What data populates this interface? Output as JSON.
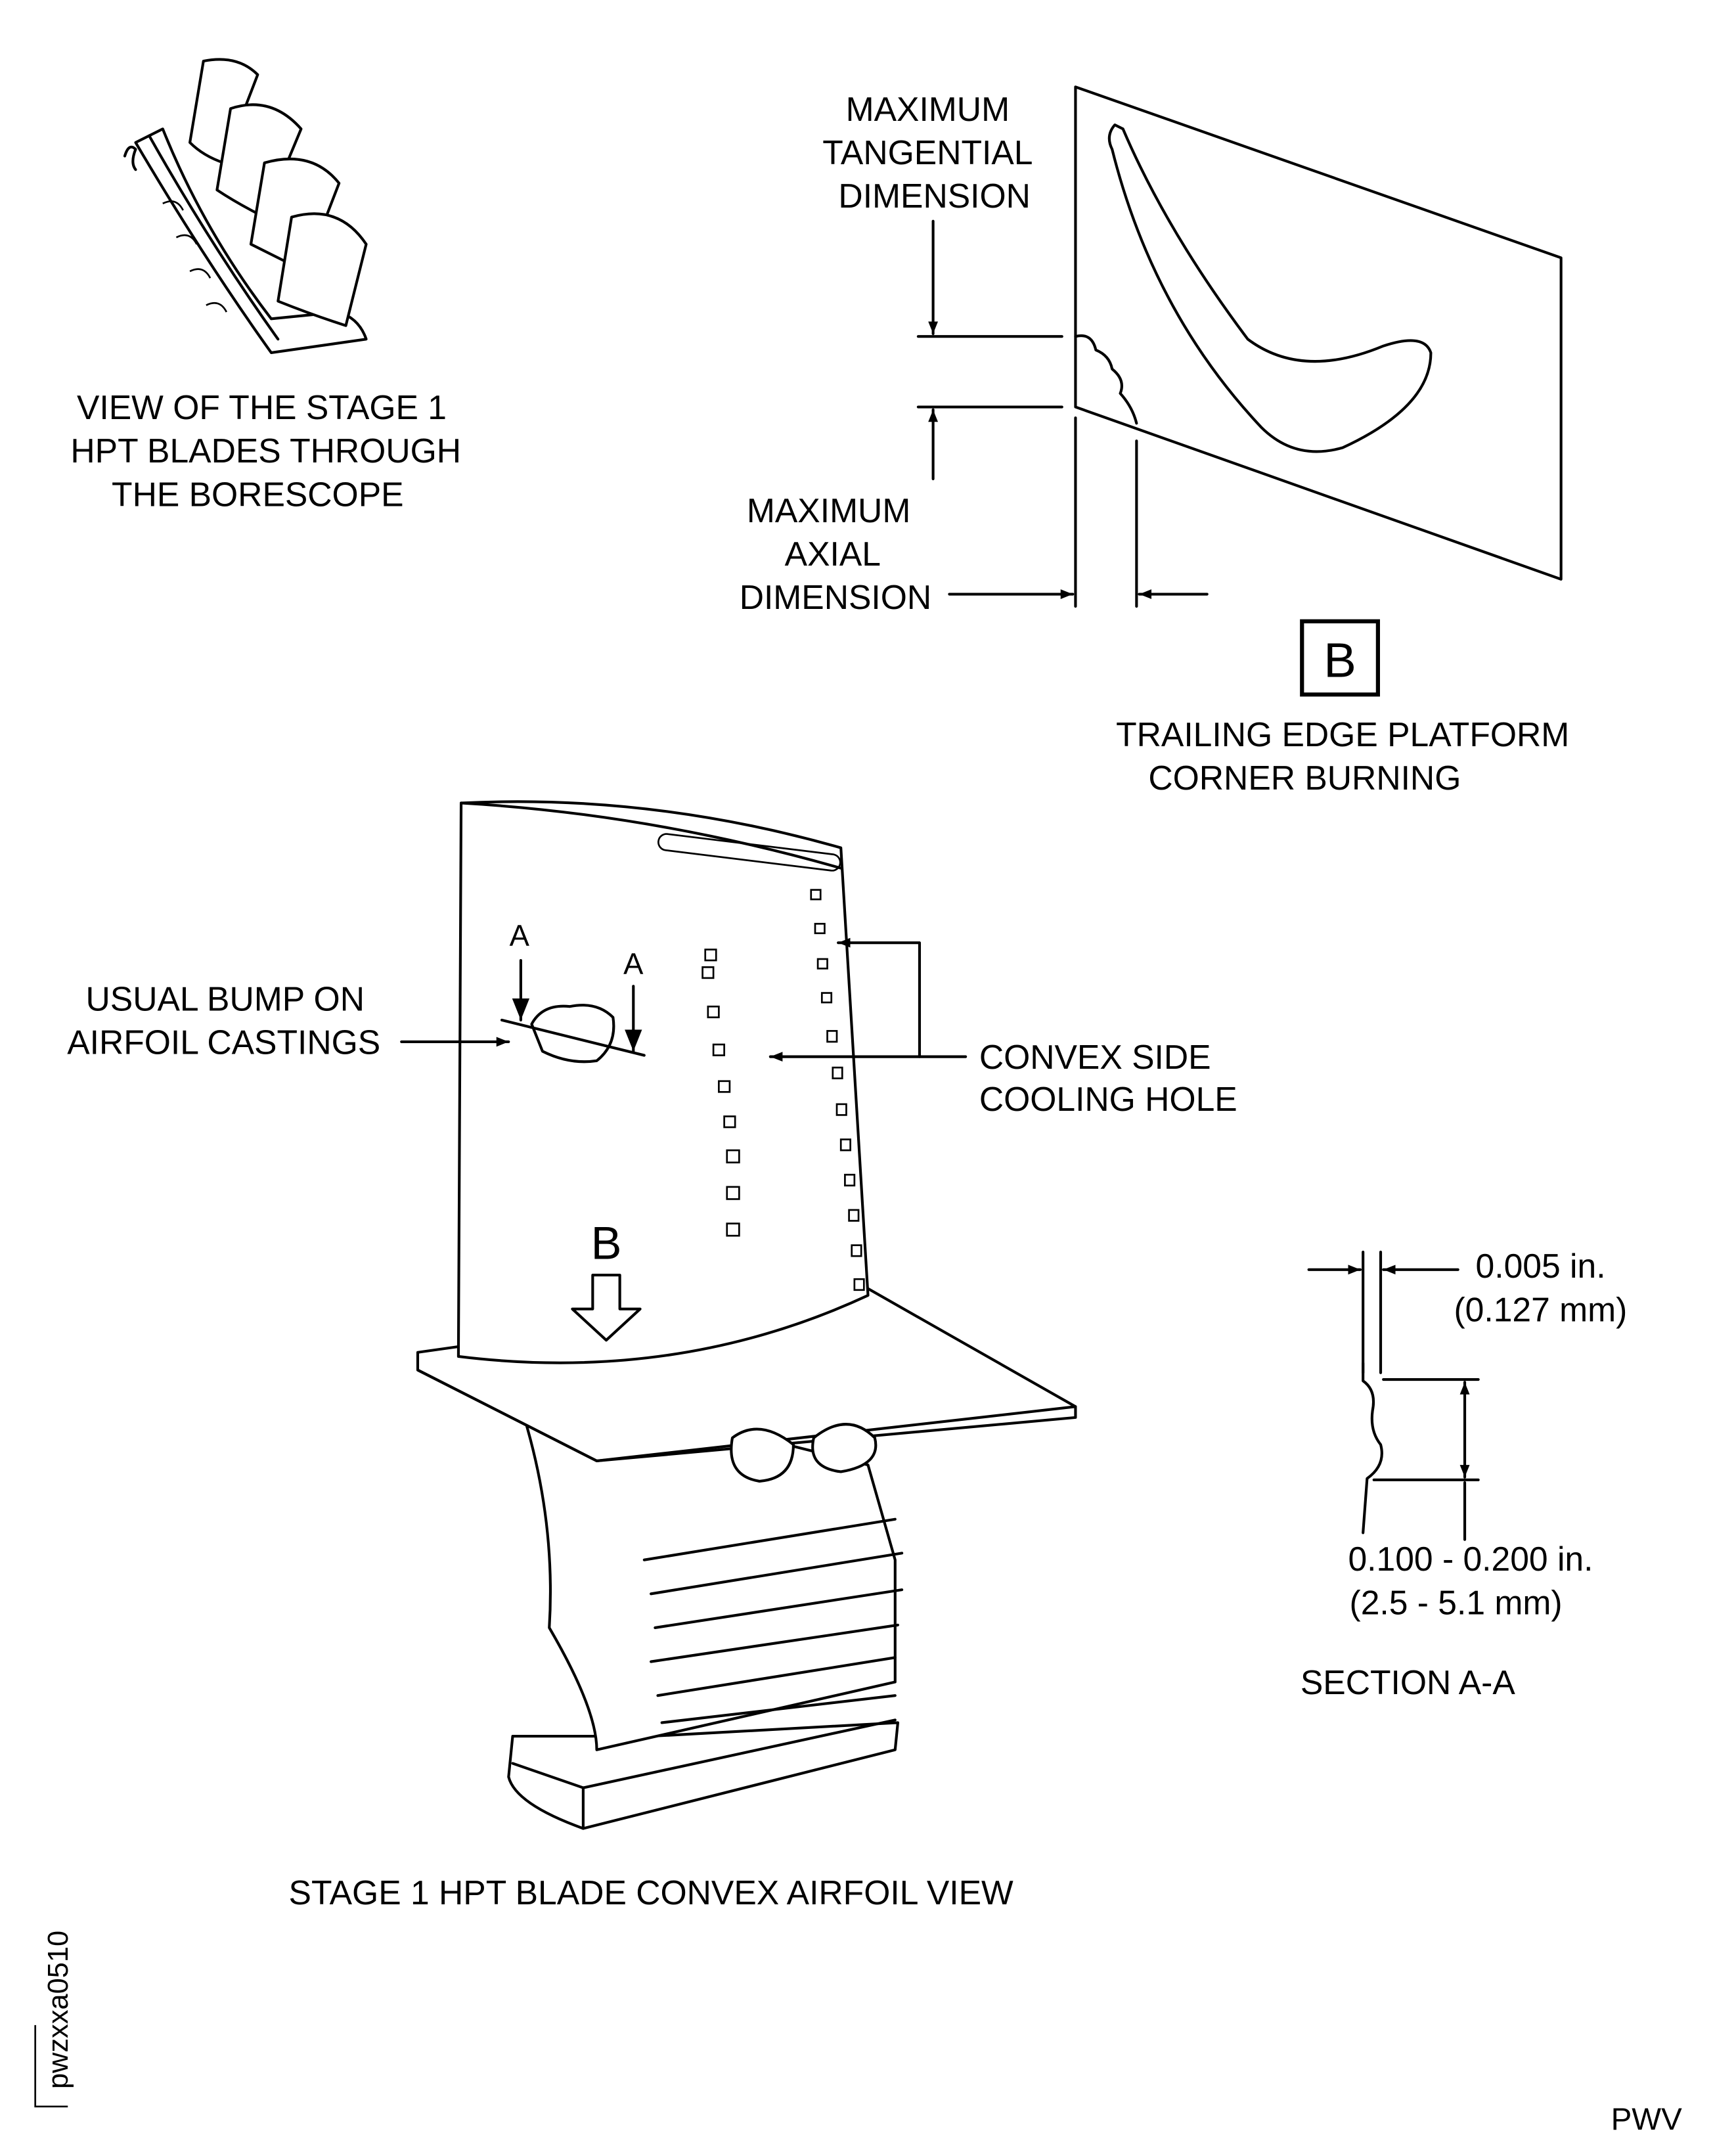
{
  "borescope_view": {
    "caption": [
      "VIEW OF THE STAGE 1",
      "HPT BLADES THROUGH",
      "THE BORESCOPE"
    ]
  },
  "detail_b": {
    "tangential_label": [
      "MAXIMUM",
      "TANGENTIAL",
      "DIMENSION"
    ],
    "axial_label": [
      "MAXIMUM",
      "AXIAL",
      "DIMENSION"
    ],
    "view_letter": "B",
    "caption": [
      "TRAILING EDGE PLATFORM",
      "CORNER BURNING"
    ]
  },
  "blade_view": {
    "section_marker_left": "A",
    "section_marker_right": "A",
    "bump_label": [
      "USUAL BUMP ON",
      "AIRFOIL CASTINGS"
    ],
    "cooling_label": [
      "CONVEX SIDE",
      "COOLING HOLE"
    ],
    "view_arrow_letter": "B",
    "caption": "STAGE 1 HPT BLADE CONVEX AIRFOIL VIEW"
  },
  "section_aa": {
    "thickness_in": "0.005 in.",
    "thickness_mm": "(0.127 mm)",
    "length_in": "0.100 - 0.200 in.",
    "length_mm": "(2.5 - 5.1 mm)",
    "caption": "SECTION A-A"
  },
  "figure_id": "pwzxxa0510",
  "footer_code": "PWV"
}
